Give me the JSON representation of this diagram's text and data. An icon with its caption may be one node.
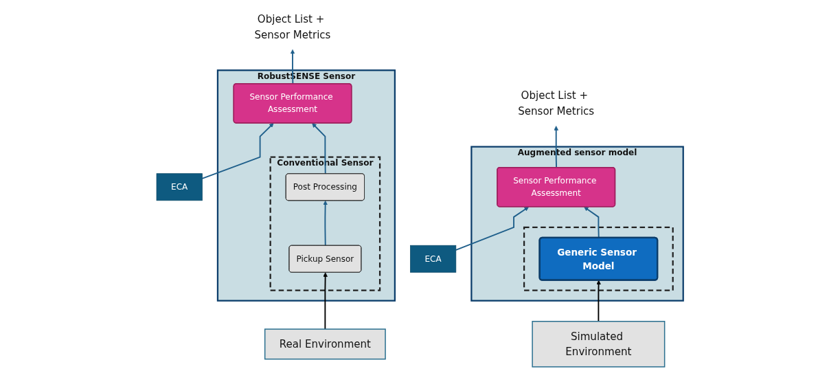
{
  "diagram": {
    "nodes": [
      {
        "text": [
          "Object List + Sensor Metrics"
        ]
      },
      {
        "text": [
          "ECA"
        ]
      },
      {
        "text": [
          "RobustSENSE Sensor"
        ]
      },
      {
        "text": [
          "Sensor Performance Assessment"
        ],
        "in": 2
      },
      {
        "text": [
          "Conventional Sensor"
        ],
        "in": 2
      },
      {
        "text": [
          "Post Processing"
        ],
        "in": 4
      },
      {
        "text": [
          "Pickup Sensor"
        ],
        "in": 4
      },
      {
        "text": [
          "Real Environment"
        ]
      },
      {
        "text": [
          "Object List + Sensor Metrics"
        ]
      },
      {
        "text": [
          "ECA"
        ]
      },
      {
        "text": [
          "Augmented sensor model"
        ]
      },
      {
        "text": [
          "Sensor Performance Assessment"
        ],
        "in": 10
      },
      {
        "text": [],
        "shape": "box",
        "in": 10
      },
      {
        "text": [
          "Generic Sensor Model"
        ],
        "in": 12
      },
      {
        "text": [
          "Simulated Environment"
        ]
      }
    ],
    "edges": [
      {
        "from": 1,
        "to": 3,
        "arrow": "to"
      },
      {
        "from": 3,
        "to": 0,
        "arrow": "to"
      },
      {
        "from": 5,
        "to": 3,
        "arrow": "to"
      },
      {
        "from": 6,
        "to": 5,
        "arrow": "to"
      },
      {
        "from": 7,
        "to": 6,
        "arrow": "to",
        "color": "#000000"
      },
      {
        "from": 9,
        "to": 11,
        "arrow": "to"
      },
      {
        "from": 11,
        "to": 8,
        "arrow": "to"
      },
      {
        "from": 13,
        "to": 11,
        "arrow": "to"
      },
      {
        "from": 14,
        "to": 13,
        "arrow": "to",
        "color": "#000000"
      }
    ]
  }
}
